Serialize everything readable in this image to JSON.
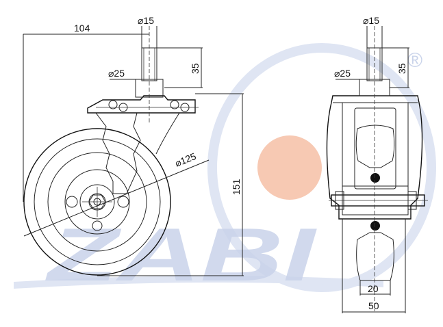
{
  "watermark": {
    "logo_text": "ZABI",
    "registered_mark": "®",
    "colors": {
      "blue": "#c9d3ea",
      "orange": "#f7c9b3",
      "pale_blue": "#dfe5f3"
    }
  },
  "side_view": {
    "dimensions": {
      "width_overall": "104",
      "stem_diameter": "⌀15",
      "collar_diameter": "⌀25",
      "stem_length": "35",
      "wheel_diameter": "⌀125",
      "height_overall": "151"
    }
  },
  "front_view": {
    "dimensions": {
      "stem_diameter": "⌀15",
      "collar_diameter": "⌀25",
      "stem_length": "35",
      "tread_width": "20",
      "wheel_width": "50"
    }
  }
}
